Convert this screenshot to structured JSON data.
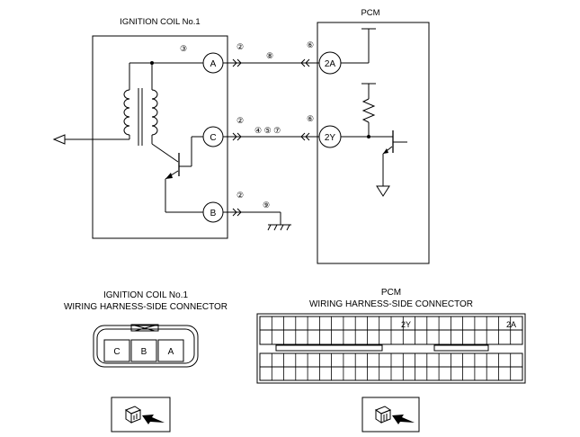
{
  "ignition_coil_title": "IGNITION COIL No.1",
  "pcm_title": "PCM",
  "terminals": {
    "coil_a": "A",
    "coil_c": "C",
    "coil_b": "B",
    "pcm_2a": "2A",
    "pcm_2y": "2Y"
  },
  "callouts": {
    "coil_internal": "③",
    "a_coil_side": "②",
    "a_wire": "⑧",
    "a_pcm_side": "⑥",
    "c_coil_side": "②",
    "c_wire": "④ ⑤ ⑦",
    "c_pcm_side": "⑥",
    "b_coil_side": "②",
    "b_wire": "⑨"
  },
  "coil_connector": {
    "title_line1": "IGNITION COIL No.1",
    "title_line2": "WIRING HARNESS-SIDE CONNECTOR",
    "pins": [
      "C",
      "B",
      "A"
    ]
  },
  "pcm_connector": {
    "title_line1": "PCM",
    "title_line2": "WIRING HARNESS-SIDE CONNECTOR",
    "label_2y": "2Y",
    "label_2a": "2A"
  },
  "icons": [
    "coil-connector-view-icon",
    "pcm-connector-view-icon"
  ]
}
